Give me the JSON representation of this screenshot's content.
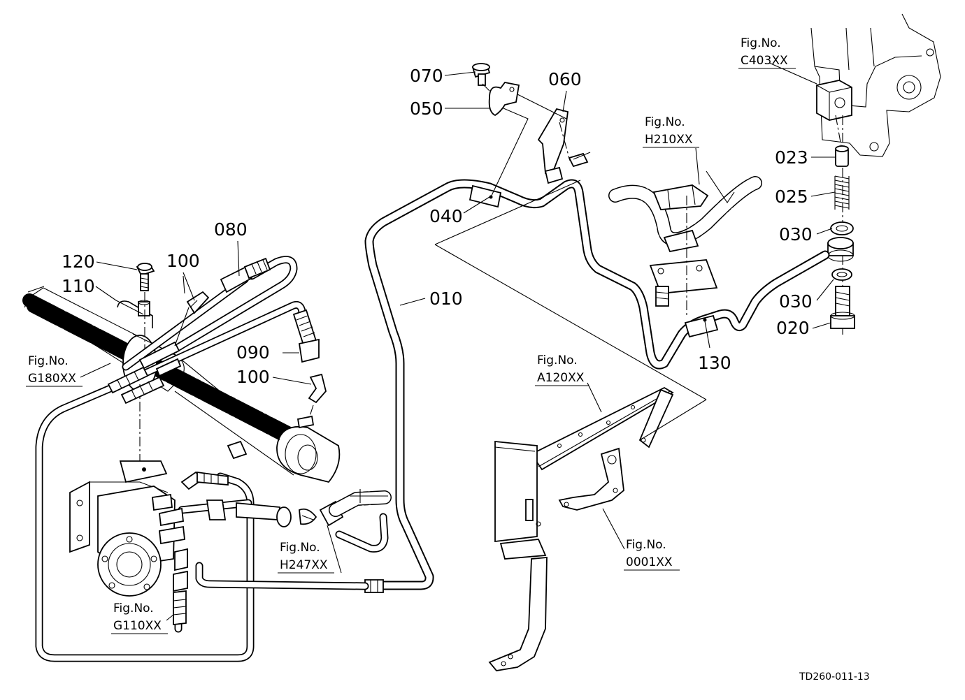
{
  "diagram": {
    "drawing_code": "TD260-011-13",
    "parts": {
      "p010": "010",
      "p020": "020",
      "p023": "023",
      "p025": "025",
      "p030a": "030",
      "p030b": "030",
      "p040": "040",
      "p050": "050",
      "p060": "060",
      "p070": "070",
      "p080": "080",
      "p090": "090",
      "p100a": "100",
      "p100b": "100",
      "p110": "110",
      "p120": "120",
      "p130": "130"
    },
    "figure_refs": {
      "prefix": "Fig.No.",
      "c403": "C403XX",
      "h210": "H210XX",
      "g180": "G180XX",
      "a120": "A120XX",
      "h247": "H247XX",
      "g110": "G110XX",
      "f0001": "0001XX"
    }
  }
}
